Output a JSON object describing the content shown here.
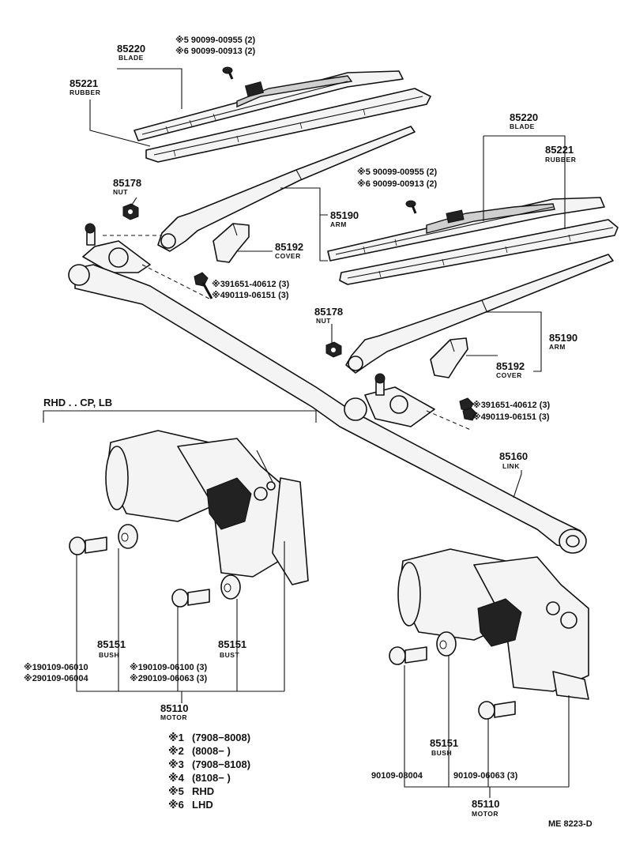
{
  "upper_left": {
    "blade": {
      "part": "85220",
      "name": "BLADE"
    },
    "rubber": {
      "part": "85221",
      "name": "RUBBER"
    },
    "screws": [
      "※5 90099-00955 (2)",
      "※6 90099-00913 (2)"
    ],
    "nut": {
      "part": "85178",
      "name": "NUT"
    },
    "arm": {
      "part": "85190",
      "name": "ARM"
    },
    "cover": {
      "part": "85192",
      "name": "COVER"
    },
    "bolts": [
      "※391651-40612 (3)",
      "※490119-06151 (3)"
    ]
  },
  "upper_right": {
    "blade": {
      "part": "85220",
      "name": "BLADE"
    },
    "rubber": {
      "part": "85221",
      "name": "RUBBER"
    },
    "screws": [
      "※5 90099-00955 (2)",
      "※6 90099-00913 (2)"
    ],
    "nut": {
      "part": "85178",
      "name": "NUT"
    },
    "arm": {
      "part": "85190",
      "name": "ARM"
    },
    "cover": {
      "part": "85192",
      "name": "COVER"
    },
    "bolts": [
      "※391651-40612 (3)",
      "※490119-06151 (3)"
    ]
  },
  "link": {
    "part": "85160",
    "name": "LINK"
  },
  "rhd_section": {
    "heading": "RHD . . CP, LB",
    "bush_left": {
      "part": "85151",
      "name": "BUSH",
      "codes": [
        "※190109-06010",
        "※290109-06004"
      ]
    },
    "bush_right": {
      "part": "85151",
      "name": "BUST",
      "codes": [
        "※190109-06100 (3)",
        "※290109-06063 (3)"
      ]
    },
    "motor": {
      "part": "85110",
      "name": "MOTOR"
    }
  },
  "legend": [
    {
      "mark": "※1",
      "text": "(7908−8008)"
    },
    {
      "mark": "※2",
      "text": "(8008−      )"
    },
    {
      "mark": "※3",
      "text": "(7908−8108)"
    },
    {
      "mark": "※4",
      "text": "(8108−      )"
    },
    {
      "mark": "※5",
      "text": "RHD"
    },
    {
      "mark": "※6",
      "text": "LHD"
    }
  ],
  "lower_right": {
    "bush": {
      "part": "85151",
      "name": "BUSH"
    },
    "code_left": "90109-08004",
    "code_right": "90109-06063 (3)",
    "motor": {
      "part": "85110",
      "name": "MOTOR"
    }
  },
  "figure_code": "ME 8223-D"
}
